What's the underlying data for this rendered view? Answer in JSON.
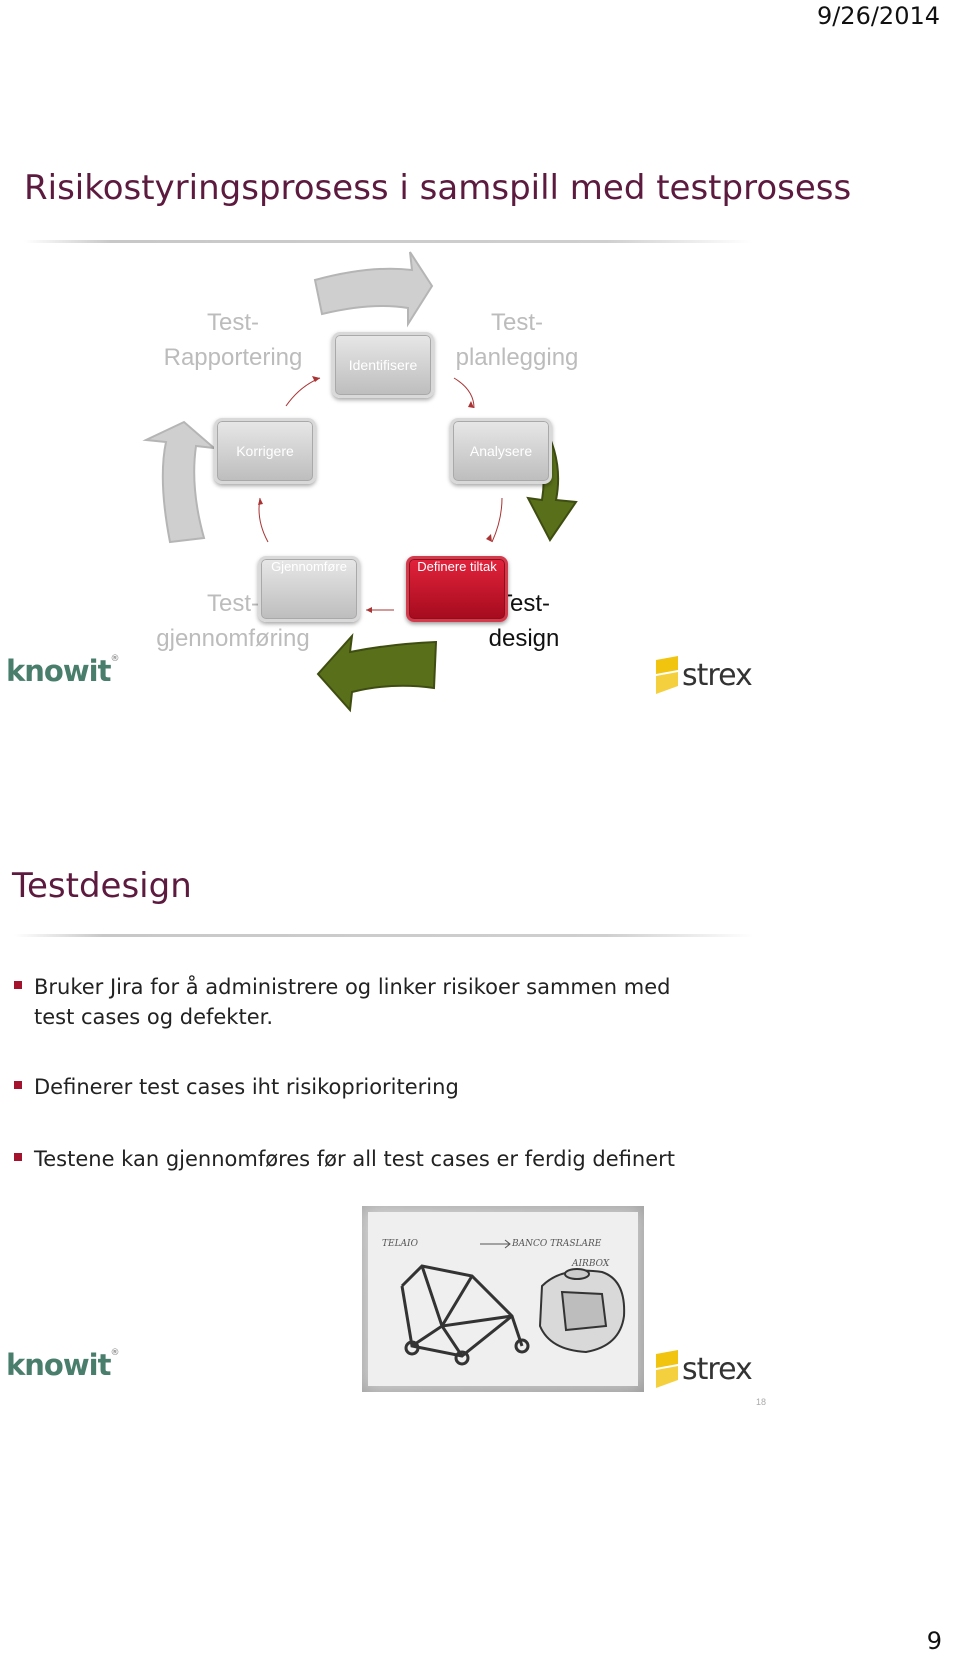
{
  "header": {
    "date": "9/26/2014"
  },
  "slide1": {
    "title": "Risikostyringsprosess i samspill med testprosess",
    "boxes": {
      "identifisere": "Identifisere",
      "analysere": "Analysere",
      "definere": "Definere tiltak",
      "gjennomfore": "Gjennomføre",
      "korrigere": "Korrigere"
    },
    "phases": {
      "rapportering": [
        "Test-",
        "Rapportering"
      ],
      "planlegging": [
        "Test-",
        "planlegging"
      ],
      "gjennomforing": [
        "Test-",
        "gjennomføring"
      ],
      "design": [
        "Test-",
        "design"
      ]
    },
    "colors": {
      "active_box": "#c8102e",
      "arrow_green": "#5a6f1a",
      "arrow_grey": "#c9c9c9",
      "title": "#5c1a3e"
    }
  },
  "slide2": {
    "title": "Testdesign",
    "bullets": [
      "Bruker Jira for å administrere og linker risikoer sammen med test cases og defekter.",
      "Definerer test cases iht risikoprioritering",
      "Testene kan gjennomføres før all test cases er ferdig definert"
    ],
    "sketch_labels": [
      "TELAIO",
      "BANCO TRASLARE",
      "AIRBOX"
    ],
    "slide_number": "18"
  },
  "logos": {
    "knowit": "knowit",
    "strex": "strex"
  },
  "footer": {
    "page_number": "9"
  }
}
